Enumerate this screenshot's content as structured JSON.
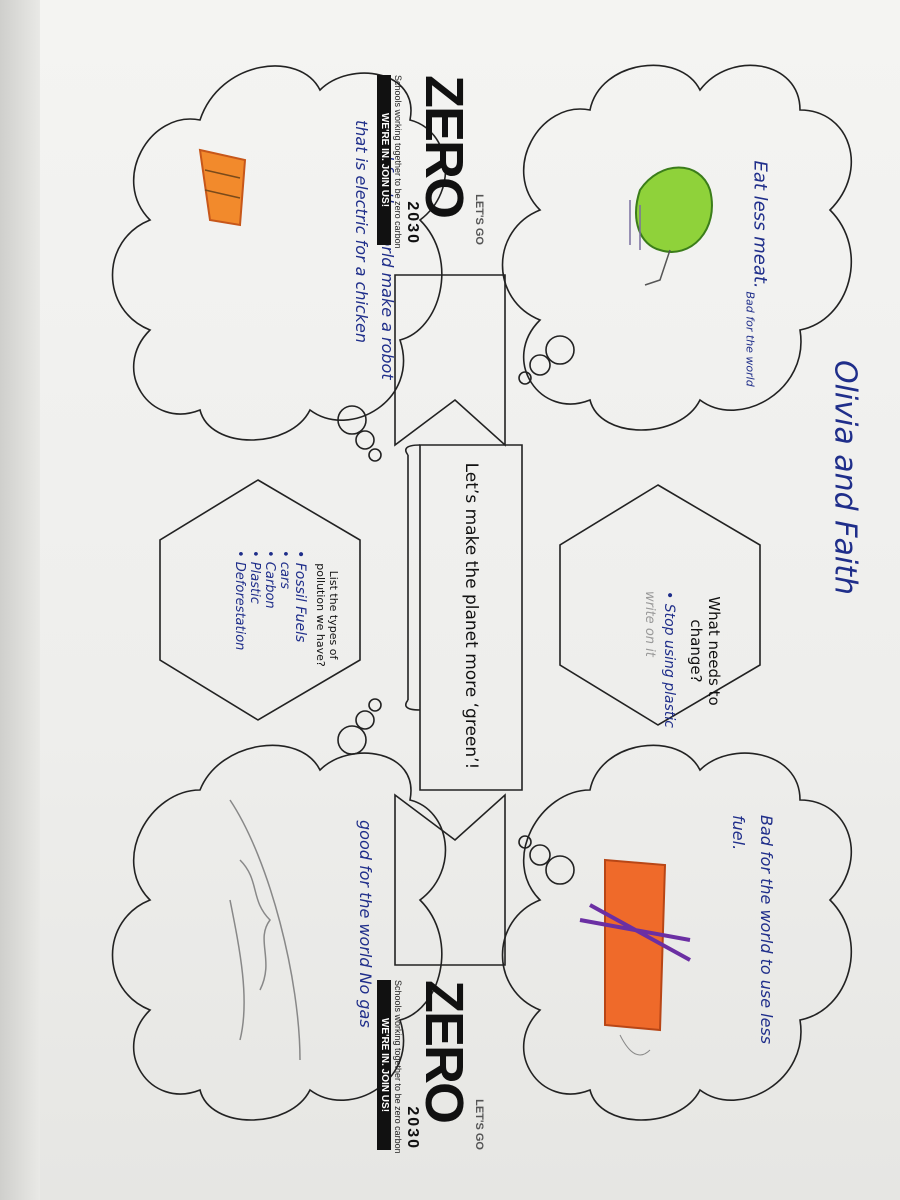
{
  "worksheet": {
    "names": "Olivia and Faith",
    "banner_text": "Let’s make the planet more ‘green’!",
    "hex_change": {
      "question": "What needs to change?",
      "answer": "• Stop using plastic",
      "scribble": "write on it"
    },
    "hex_pollution": {
      "question": "List the types of pollution we have?",
      "items": [
        "• Fossil Fuels",
        "• cars",
        "• Carbon",
        "• Plastic",
        "• Deforestation"
      ]
    },
    "clouds": {
      "top_right_a": "Eat less meat.",
      "top_right_b": "Bad for the world",
      "top_left": "good for the world make a robot that is electric for a chicken",
      "bottom_right": "Bad for the world to use less fuel.",
      "bottom_left": "good for the world No gas"
    }
  },
  "logo": {
    "lets_go": "LET'S GO",
    "zero": "ZERO",
    "year": "2030",
    "tagline": "Schools working together to be zero carbon",
    "slogan": "WE'RE IN. JOIN US!"
  },
  "colors": {
    "ink": "#1f2e8a",
    "paper": "#f2f2f0",
    "outline": "#222222",
    "green_drawing": "#7ed321",
    "orange_drawing": "#f07a2a",
    "purple_drawing": "#6b2fa3"
  }
}
